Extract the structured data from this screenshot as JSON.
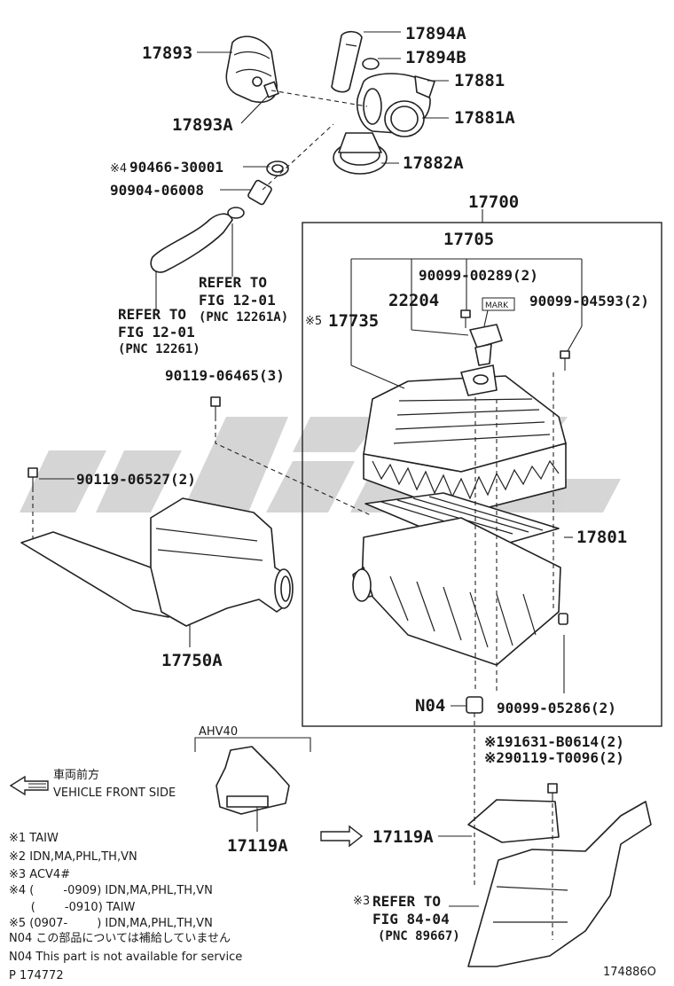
{
  "callouts": {
    "c17893": "17893",
    "c17893A": "17893A",
    "c17894A": "17894A",
    "c17894B": "17894B",
    "c17881": "17881",
    "c17881A": "17881A",
    "c17882A": "17882A",
    "c90466": "90466-30001",
    "c90466_mark": "※4",
    "c90904": "90904-06008",
    "c17700": "17700",
    "c17705": "17705",
    "c90099_289": "90099-00289(2)",
    "c22204": "22204",
    "c90099_4593": "90099-04593(2)",
    "c17735": "17735",
    "c17735_mark": "※5",
    "c90119_6465": "90119-06465(3)",
    "c90119_6527": "90119-06527(2)",
    "c17801": "17801",
    "c17750A": "17750A",
    "cN04": "N04",
    "c90099_5286": "90099-05286(2)",
    "c91631": "※191631-B0614(2)",
    "c90119_T": "※290119-T0096(2)",
    "c17119A_left": "17119A",
    "c17119A_right": "17119A",
    "ref_a": [
      "REFER TO",
      "FIG 12-01",
      "(PNC 12261A)"
    ],
    "ref_b": [
      "REFER TO",
      "FIG 12-01",
      "(PNC 12261)"
    ],
    "ref_c": [
      "REFER TO",
      "FIG 84-04",
      "(PNC 89667)"
    ],
    "ref_c_mark": "※3",
    "mark_tag": "MARK",
    "ahv40": "AHV40"
  },
  "front": {
    "jp": "車両前方",
    "en": "VEHICLE FRONT SIDE"
  },
  "notes": [
    "※1 TAIW",
    "※2 IDN,MA,PHL,TH,VN",
    "※3 ACV4#",
    "※4 (        -0909) IDN,MA,PHL,TH,VN",
    "      (        -0910) TAIW",
    "※5 (0907-        ) IDN,MA,PHL,TH,VN",
    "N04  この部品については補給していません",
    "N04  This part is not available for service"
  ],
  "footer_left": "P 174772",
  "footer_right": "174886O",
  "colors": {
    "ink": "#1a1a1a",
    "watermark": "#c8c8c8"
  },
  "icons": [
    "front-arrow-icon",
    "see-arrow-icon"
  ]
}
